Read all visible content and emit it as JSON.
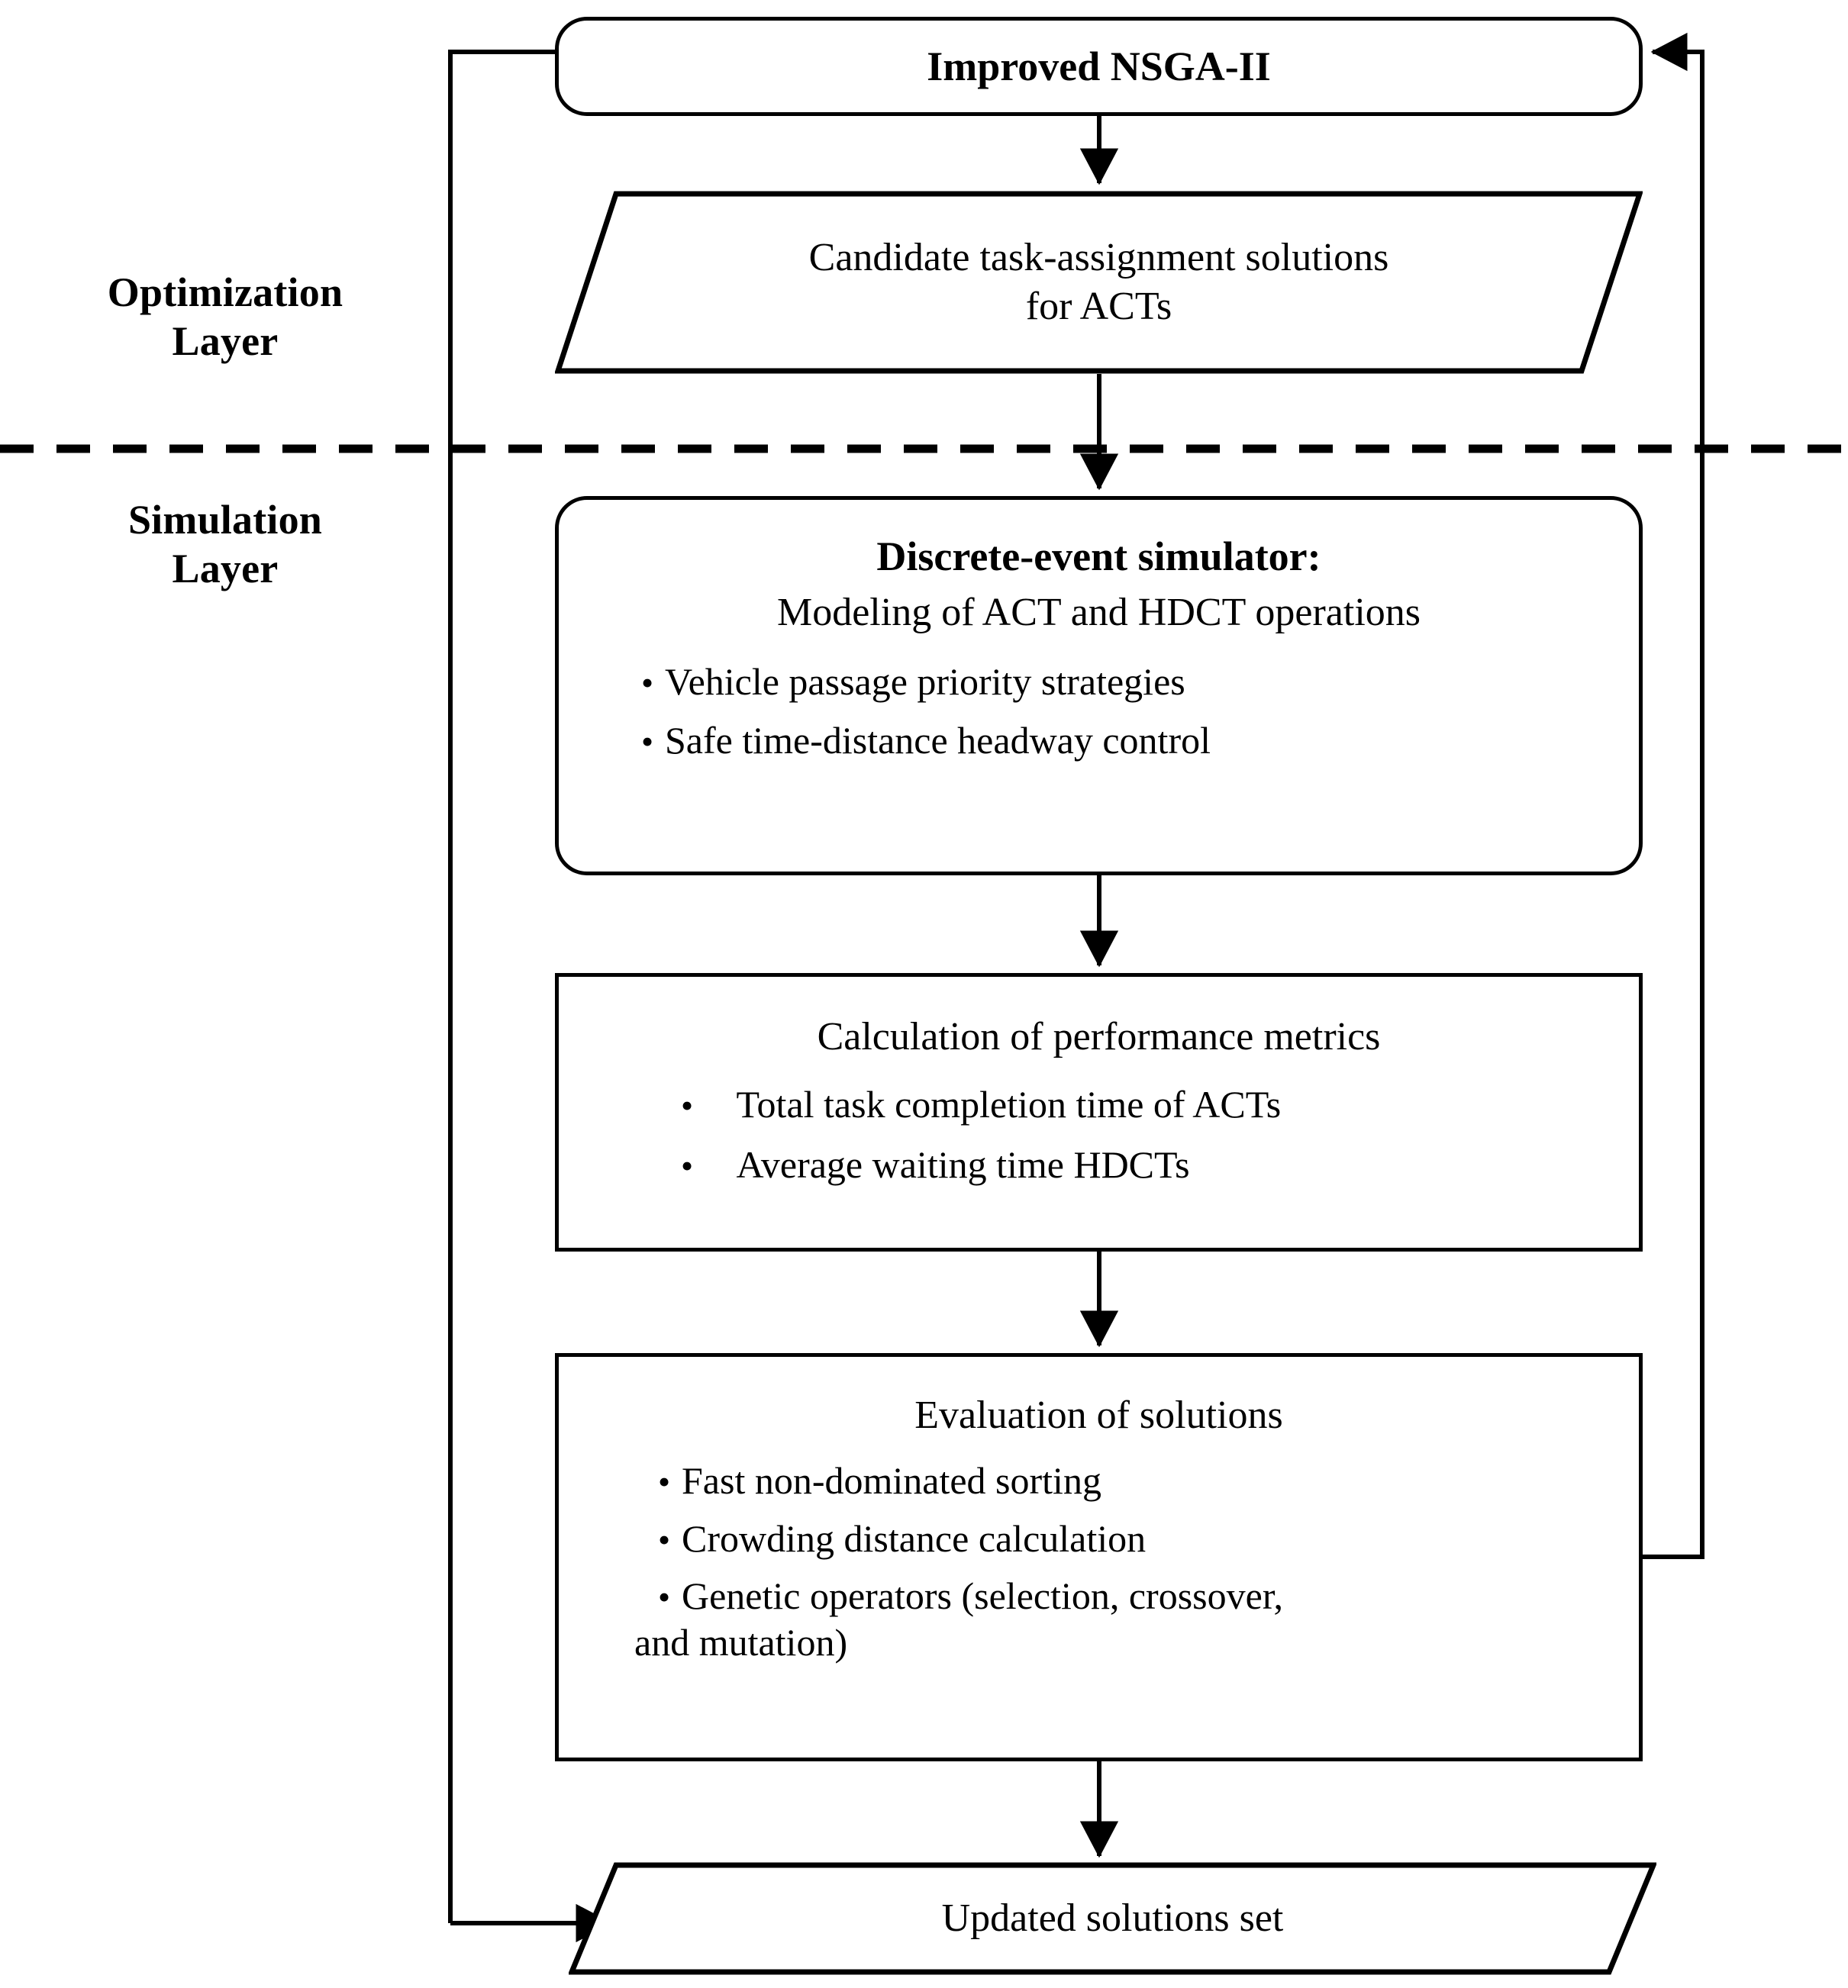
{
  "diagram": {
    "title_text": "Improved NSGA-II",
    "layers": [
      {
        "name": "optimization-layer",
        "label": "Optimization\nLayer"
      },
      {
        "name": "simulation-layer",
        "label": "Simulation\nLayer"
      }
    ],
    "divider": {
      "style": "dashed",
      "color": "#000000"
    },
    "line_color": "#000000",
    "background": "#ffffff"
  },
  "nodes": {
    "nsga": {
      "label": "Improved NSGA-II",
      "shape": "rounded-rectangle"
    },
    "candidate_solutions": {
      "line1": "Candidate task-assignment solutions",
      "line2": "for ACTs",
      "shape": "parallelogram"
    },
    "simulator": {
      "title": "Discrete-event simulator:",
      "subtitle": "Modeling of ACT and HDCT operations",
      "bullets": [
        "Vehicle passage priority strategies",
        "Safe time-distance headway control"
      ],
      "shape": "rounded-rectangle"
    },
    "metrics": {
      "title": "Calculation of performance metrics",
      "bullets": [
        "Total task completion time of ACTs",
        "Average waiting time HDCTs"
      ],
      "shape": "rectangle"
    },
    "evaluation": {
      "title": "Evaluation of solutions",
      "bullets": [
        "Fast non-dominated sorting",
        "Crowding distance calculation",
        "Genetic operators (selection, crossover,"
      ],
      "bullet3_continuation": "and mutation)",
      "shape": "rectangle"
    },
    "updated": {
      "label": "Updated solutions set",
      "shape": "parallelogram"
    }
  },
  "connections": [
    {
      "name": "nsga-to-candidate",
      "from": "nsga",
      "to": "candidate_solutions",
      "arrow": true
    },
    {
      "name": "candidate-to-simulator",
      "from": "candidate_solutions",
      "to": "simulator",
      "arrow": true
    },
    {
      "name": "simulator-to-metrics",
      "from": "simulator",
      "to": "metrics",
      "arrow": true
    },
    {
      "name": "metrics-to-evaluation",
      "from": "metrics",
      "to": "evaluation",
      "arrow": true
    },
    {
      "name": "evaluation-to-updated",
      "from": "evaluation",
      "to": "updated",
      "arrow": true
    },
    {
      "name": "updated-feedback-to-nsga",
      "from": "updated",
      "to": "nsga",
      "arrow": true
    },
    {
      "name": "evaluation-feedback-to-nsga",
      "from": "evaluation",
      "to": "nsga",
      "arrow": true
    }
  ]
}
